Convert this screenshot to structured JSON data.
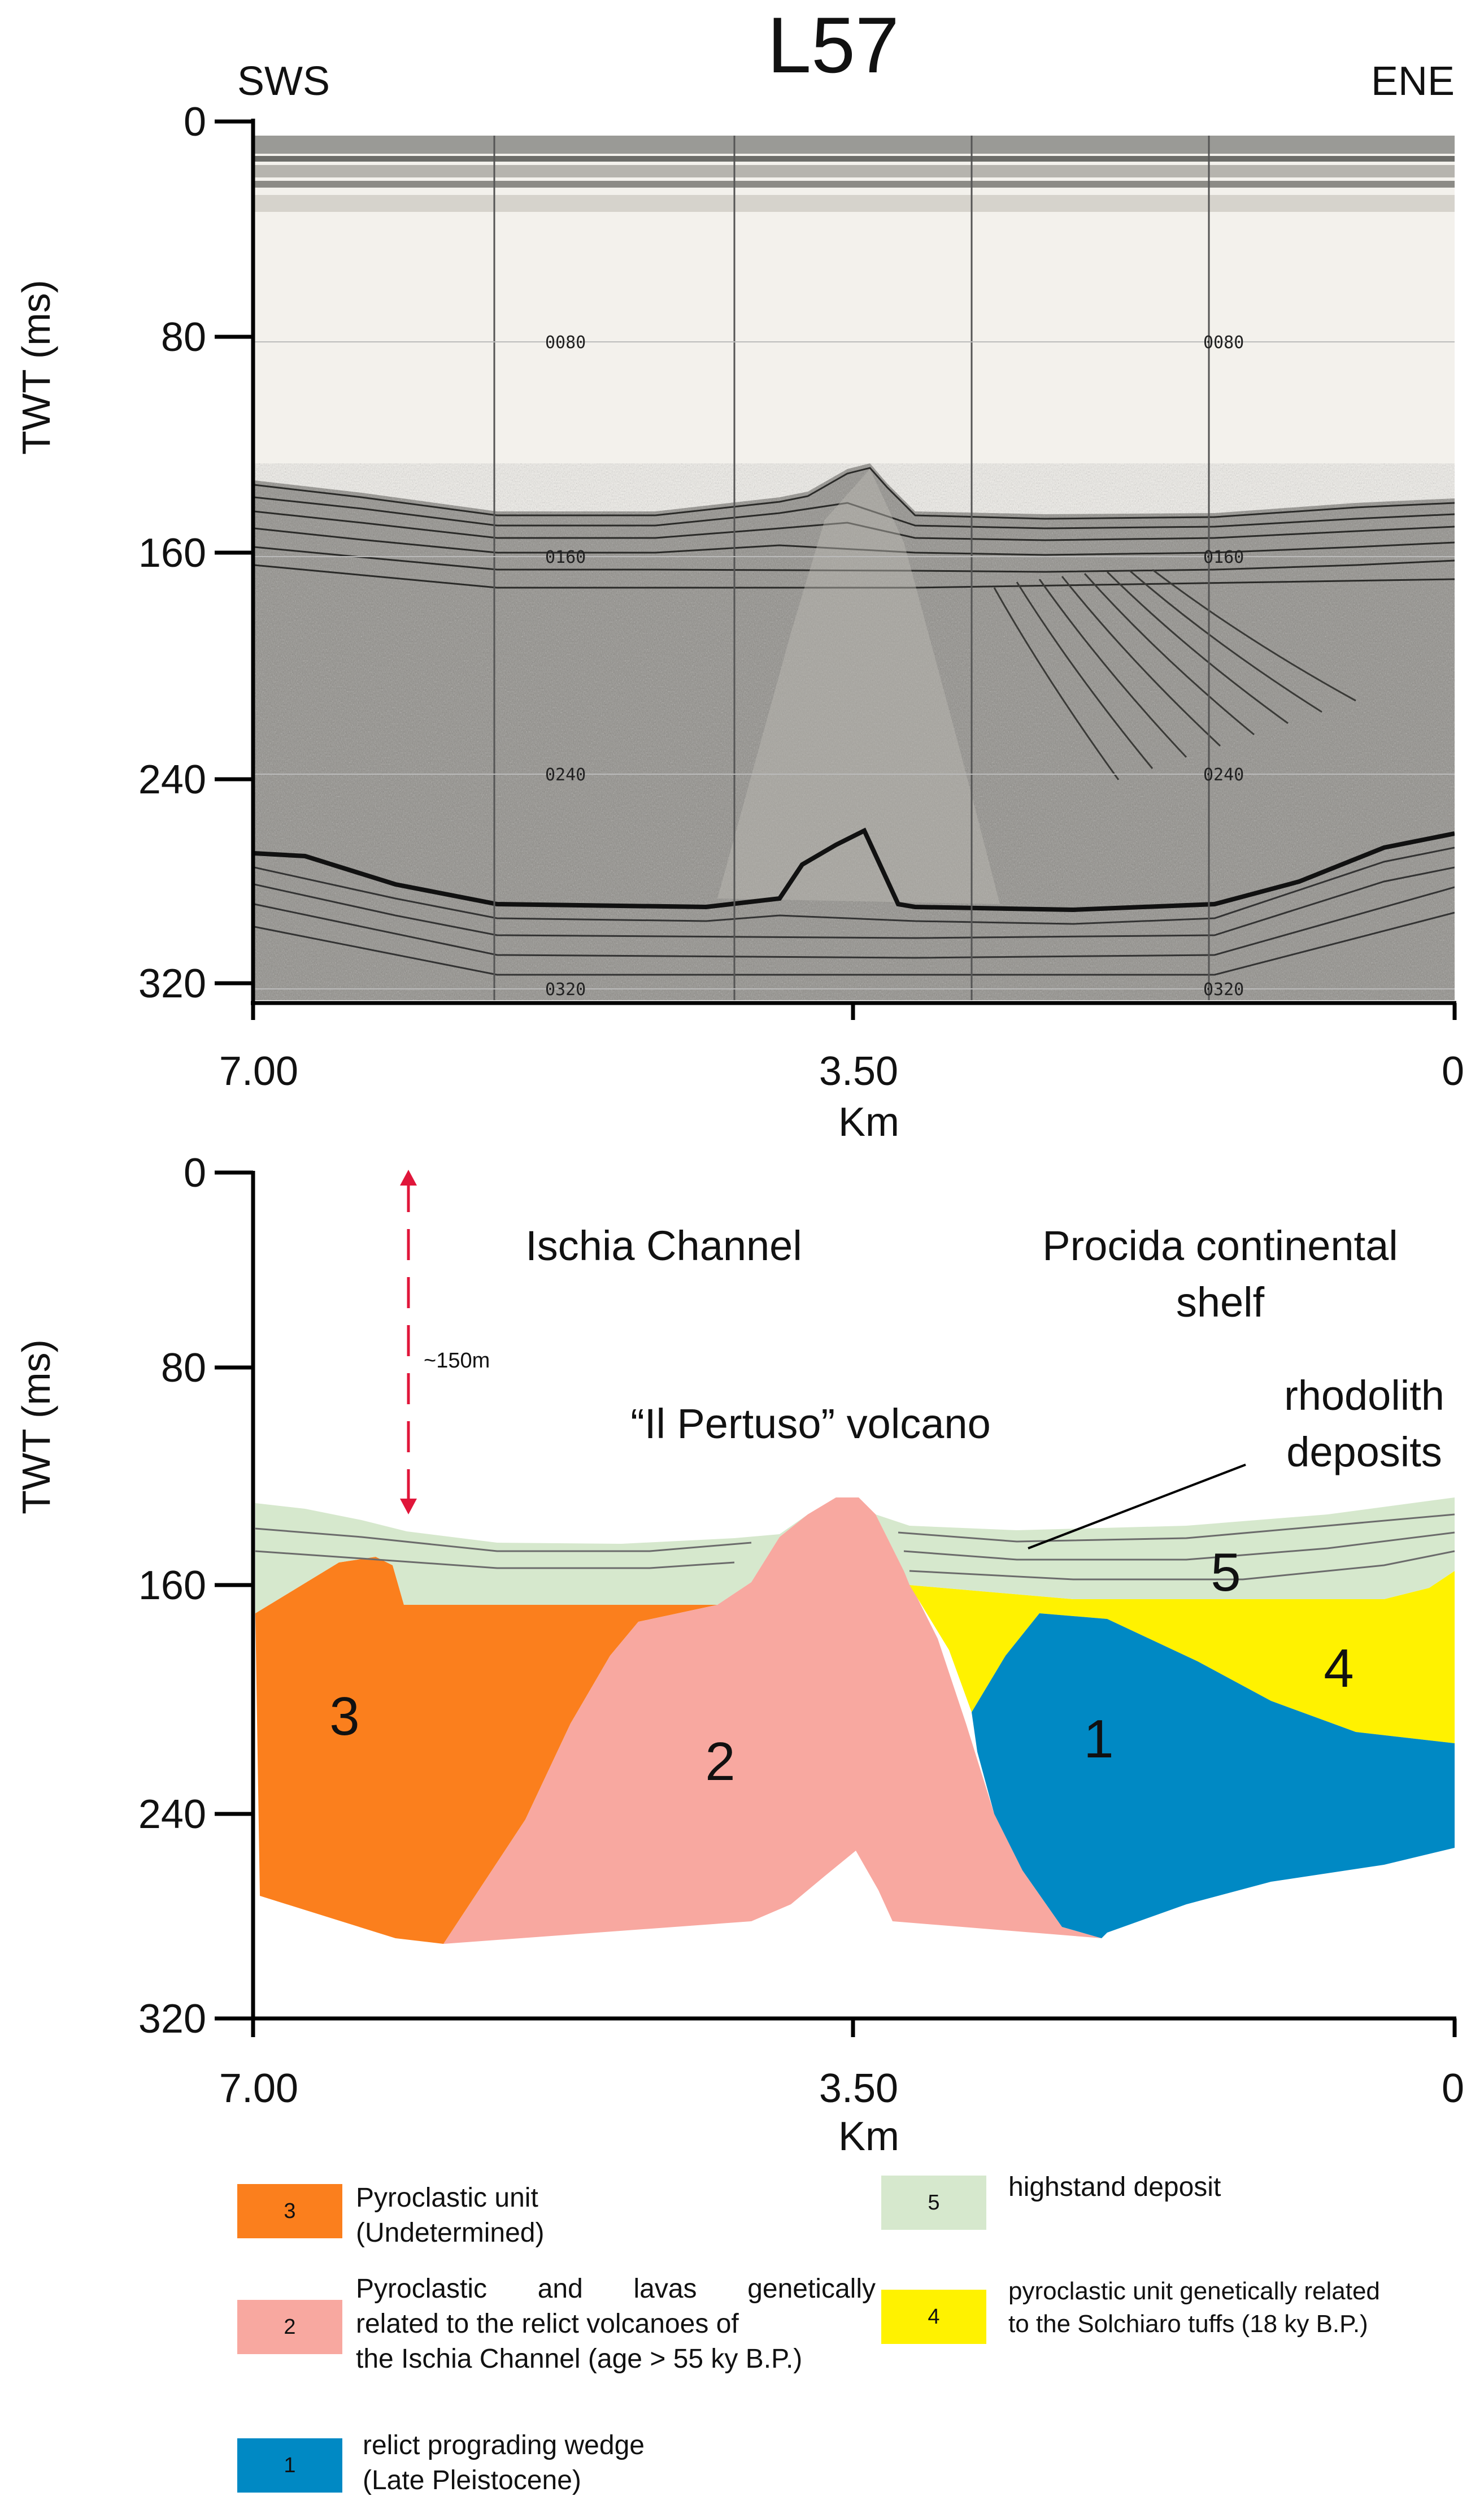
{
  "title": "L57",
  "direction": {
    "left": "SWS",
    "right": "ENE"
  },
  "axes": {
    "y_label": "TWT (ms)",
    "y_ticks": [
      "0",
      "80",
      "160",
      "240",
      "320"
    ],
    "x_label": "Km",
    "x_ticks": [
      "7.00",
      "3.50",
      "0"
    ]
  },
  "seismic_profile": {
    "annotations": [
      "0080",
      "0080",
      "0160",
      "0160",
      "0240",
      "0240",
      "0320",
      "0320"
    ]
  },
  "interpretation": {
    "labels": {
      "ischia_channel": "Ischia Channel",
      "procida_shelf_line1": "Procida continental",
      "procida_shelf_line2": "shelf",
      "volcano": "“Il Pertuso” volcano",
      "rhodolith_line1": "rhodolith",
      "rhodolith_line2": "deposits",
      "depth": "~150m"
    },
    "unit_numbers": [
      "1",
      "2",
      "3",
      "4",
      "5"
    ]
  },
  "colors": {
    "unit_1": "#0089c4",
    "unit_2": "#f8a8a0",
    "unit_3": "#fb7f1d",
    "unit_4": "#fff200",
    "unit_5": "#d6e8cd",
    "depth_arrow": "#e0163a"
  },
  "legend": [
    {
      "number": "3",
      "line1": "Pyroclastic unit",
      "line2": "(Undetermined)",
      "line3": ""
    },
    {
      "number": "2",
      "line1": "Pyroclastic and lavas genetically",
      "line2": "related to the relict volcanoes of",
      "line3": "the Ischia Channel (age > 55 ky B.P.)"
    },
    {
      "number": "1",
      "line1": "relict prograding wedge",
      "line2": "(Late Pleistocene)",
      "line3": ""
    },
    {
      "number": "5",
      "line1": "highstand deposit",
      "line2": "",
      "line3": ""
    },
    {
      "number": "4",
      "line1": "pyroclastic unit genetically related",
      "line2": "to the Solchiaro tuffs (18 ky B.P.)",
      "line3": ""
    }
  ]
}
